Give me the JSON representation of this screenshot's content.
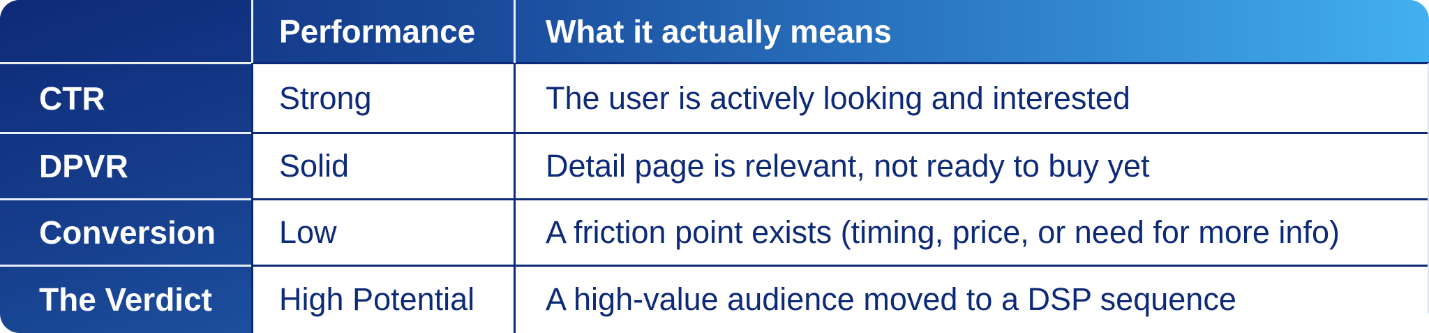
{
  "table": {
    "header": {
      "corner": "",
      "columns": [
        "Performance",
        "What it actually means"
      ]
    },
    "rows": [
      {
        "metric": "CTR",
        "performance": "Strong",
        "meaning": "The user is actively looking and interested"
      },
      {
        "metric": "DPVR",
        "performance": "Solid",
        "meaning": "Detail page is relevant, not ready to buy yet"
      },
      {
        "metric": "Conversion",
        "performance": "Low",
        "meaning": "A friction point exists (timing, price, or need for more info)"
      },
      {
        "metric": "The Verdict",
        "performance": "High Potential",
        "meaning": "A high-value audience moved to a DSP sequence"
      }
    ]
  },
  "colors": {
    "header_gradient_start": "#0e2a78",
    "header_gradient_end": "#42b0f0",
    "text_dark": "#0d2a78",
    "text_light": "#ffffff"
  }
}
